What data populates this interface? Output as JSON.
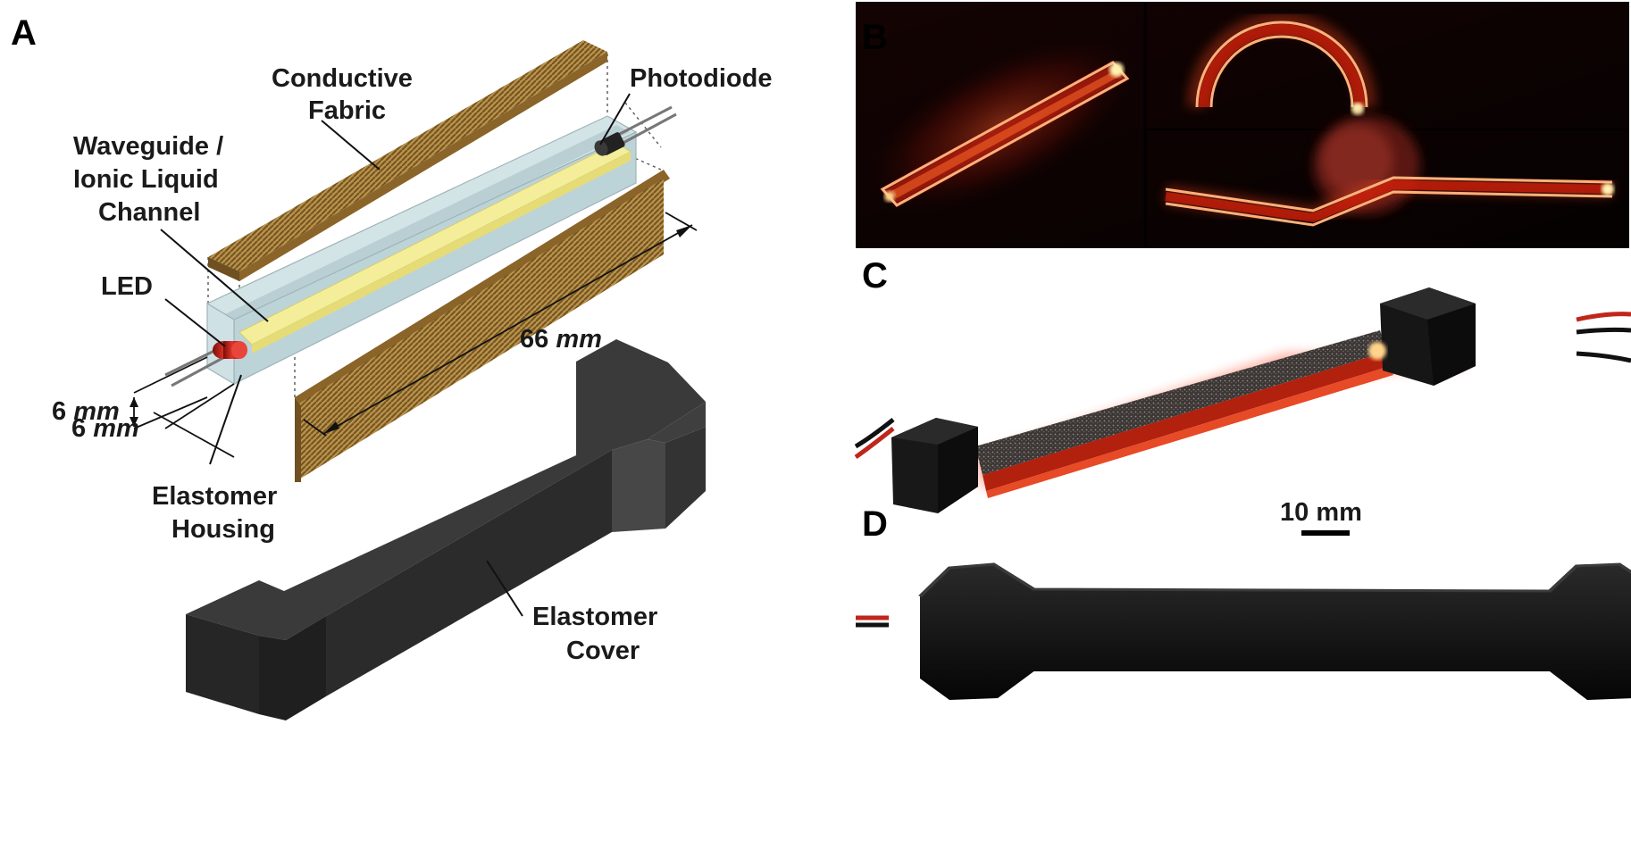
{
  "panels": {
    "a": "A",
    "b": "B",
    "c": "C",
    "d": "D"
  },
  "labels": {
    "conductive_fabric_line1": "Conductive",
    "conductive_fabric_line2": "Fabric",
    "photodiode": "Photodiode",
    "waveguide_line1": "Waveguide /",
    "waveguide_line2": "Ionic Liquid",
    "waveguide_line3": "Channel",
    "led": "LED",
    "elastomer_housing_line1": "Elastomer",
    "elastomer_housing_line2": "Housing",
    "elastomer_cover_line1": "Elastomer",
    "elastomer_cover_line2": "Cover"
  },
  "dimensions": {
    "length_value": "66",
    "length_unit": "mm",
    "height_value": "6",
    "height_unit": "mm",
    "width_value": "6",
    "width_unit": "mm"
  },
  "scale_bar": {
    "label": "10 mm"
  },
  "colors": {
    "fabric": "#a07a36",
    "fabric_dark": "#6e5021",
    "housing": "#c9dce0",
    "channel": "#f3ec9a",
    "led": "#c0221a",
    "cover": "#2f2f2f",
    "photo_bg": "#060202",
    "glow": "#ff3a12"
  }
}
